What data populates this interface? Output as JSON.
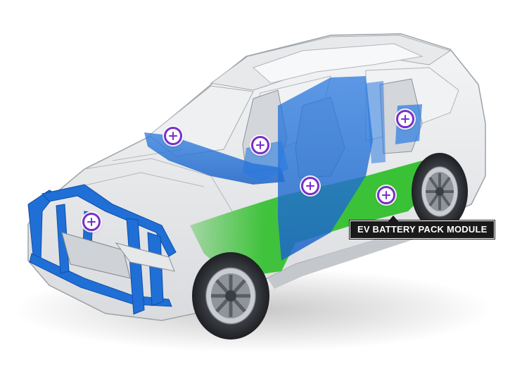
{
  "tooltip": {
    "label": "EV BATTERY PACK MODULE"
  },
  "hotspots": [
    {
      "name": "hotspot-cowl-crossmember",
      "icon": "plus-icon"
    },
    {
      "name": "hotspot-front-seat",
      "icon": "plus-icon"
    },
    {
      "name": "hotspot-rear-seat",
      "icon": "plus-icon"
    },
    {
      "name": "hotspot-b-pillar",
      "icon": "plus-icon"
    },
    {
      "name": "hotspot-battery-pack",
      "icon": "plus-icon"
    },
    {
      "name": "hotspot-front-end-module",
      "icon": "plus-icon"
    }
  ],
  "colors": {
    "structure_blue": "#1f6fd6",
    "battery_green": "#2fbf2a",
    "hotspot_purple": "#7a2fc8",
    "tooltip_bg": "#1a1a1a"
  }
}
